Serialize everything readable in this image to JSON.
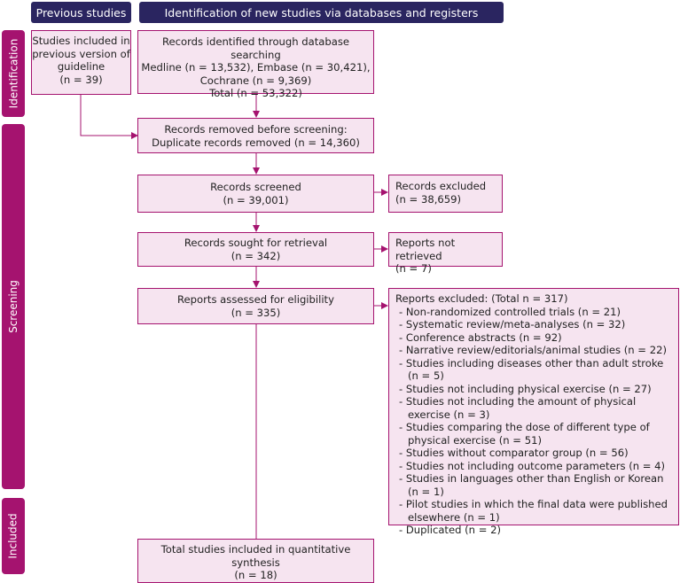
{
  "headers": {
    "previous": "Previous studies",
    "new": "Identification of new studies via databases and registers"
  },
  "phases": {
    "identification": "Identification",
    "screening": "Screening",
    "included": "Included"
  },
  "boxes": {
    "previous_included": [
      "Studies included in",
      "previous version of",
      "guideline",
      "(n = 39)"
    ],
    "records_identified": [
      "Records identified through database searching",
      "Medline (n = 13,532), Embase (n = 30,421),",
      "Cochrane (n = 9,369)",
      "Total (n = 53,322)"
    ],
    "records_removed": [
      "Records removed before screening:",
      "Duplicate records removed (n = 14,360)"
    ],
    "records_screened": [
      "Records screened",
      "(n = 39,001)"
    ],
    "records_excluded": [
      "Records excluded",
      "(n = 38,659)"
    ],
    "sought_retrieval": [
      "Records sought for retrieval",
      "(n = 342)"
    ],
    "not_retrieved": [
      "Reports not retrieved",
      "(n = 7)"
    ],
    "assessed_eligibility": [
      "Reports assessed for eligibility",
      "(n = 335)"
    ],
    "reports_excluded": {
      "title": "Reports excluded: (Total n = 317)",
      "items": [
        "Non-randomized controlled trials (n = 21)",
        "Systematic review/meta-analyses (n = 32)",
        "Conference abstracts (n = 92)",
        "Narrative review/editorials/animal studies (n = 22)",
        "Studies including diseases other than adult stroke (n = 5)",
        "Studies not including physical exercise (n = 27)",
        "Studies not including the amount of physical exercise (n = 3)",
        "Studies comparing the dose of different type of physical exercise (n = 51)",
        "Studies without comparator group (n = 56)",
        "Studies not including outcome parameters (n = 4)",
        "Studies in languages other than English or Korean (n = 1)",
        "Pilot studies in which the final data were published elsewhere (n = 1)",
        "Duplicated (n = 2)"
      ]
    },
    "total_included": [
      "Total studies included in quantitative synthesis",
      "(n = 18)"
    ]
  },
  "colors": {
    "header_bg": "#2a2560",
    "phase_bg": "#a5136f",
    "box_fill": "#f6e4f0",
    "box_border": "#a5136f",
    "arrow": "#a5136f"
  }
}
